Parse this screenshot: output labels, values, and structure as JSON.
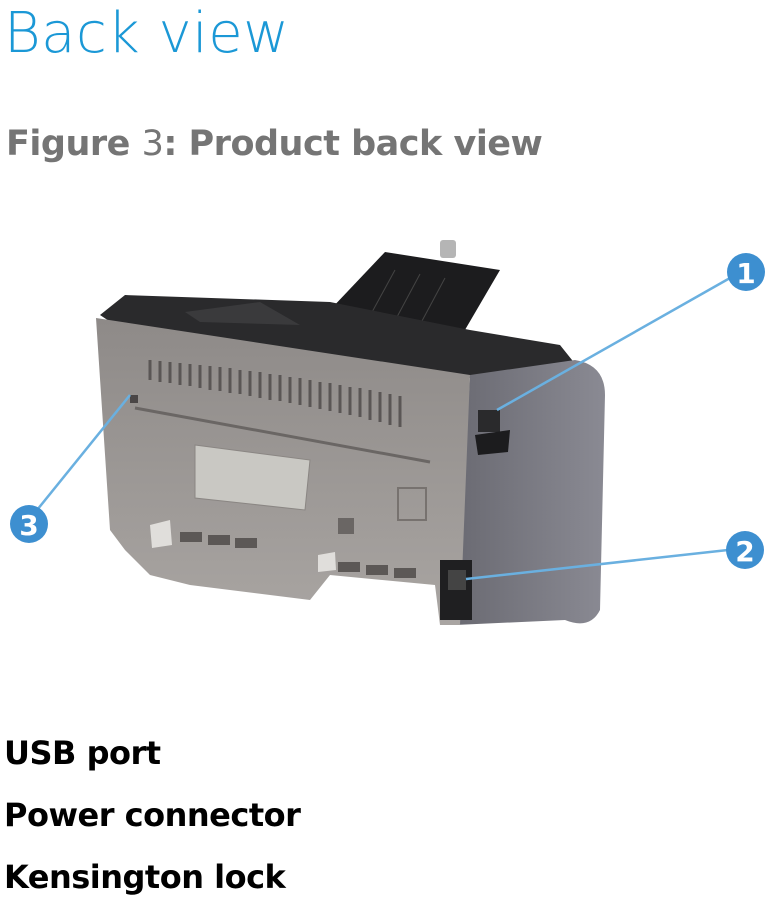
{
  "page": {
    "title": "Back view",
    "caption_prefix": "Figure",
    "caption_number": "3",
    "caption_text": ": Product back view"
  },
  "figure": {
    "callouts": [
      {
        "number": "1",
        "target": "USB port"
      },
      {
        "number": "2",
        "target": "Power connector"
      },
      {
        "number": "3",
        "target": "Kensington lock"
      }
    ],
    "callout_color": "#3d8fd0",
    "leader_color": "#6ab0e0"
  },
  "legend": {
    "items": [
      {
        "label": "USB port"
      },
      {
        "label": "Power connector"
      },
      {
        "label": "Kensington lock"
      }
    ]
  }
}
